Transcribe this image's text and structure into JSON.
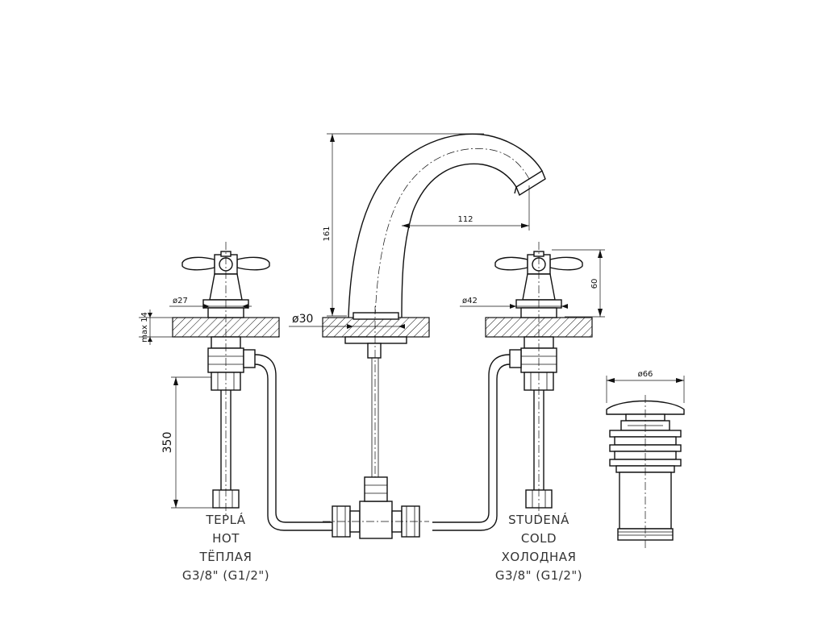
{
  "dimensions": {
    "spout_height": "161",
    "spout_reach": "112",
    "handle_height": "60",
    "hot_base_diameter": "ø27",
    "cold_base_diameter": "ø42",
    "spout_base_diameter": "ø30",
    "max_thickness": "max 14",
    "hose_length": "350",
    "drain_diameter": "ø66"
  },
  "labels": {
    "hot": [
      "TEPLÁ",
      "HOT",
      "ТЁПЛАЯ",
      "G3/8\" (G1/2\")"
    ],
    "cold": [
      "STUDENÁ",
      "COLD",
      "ХОЛОДНАЯ",
      "G3/8\" (G1/2\")"
    ]
  }
}
